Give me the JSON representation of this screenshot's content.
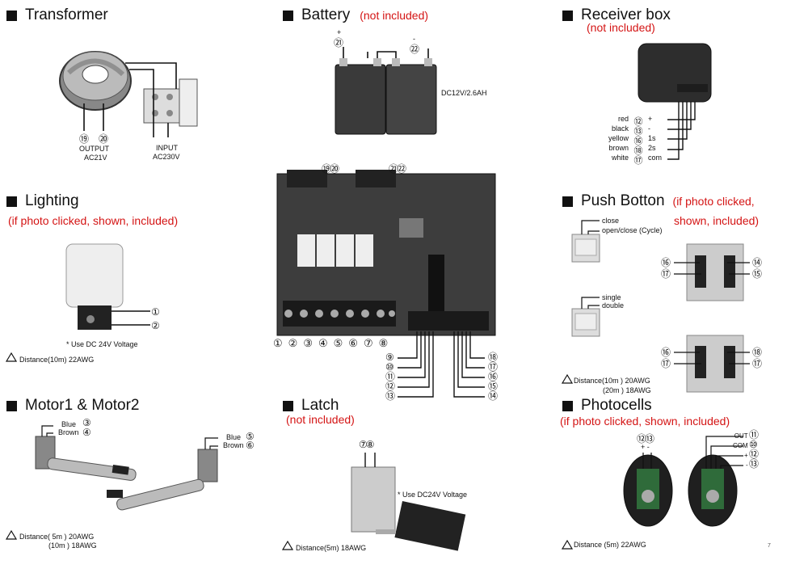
{
  "sections": {
    "transformer": {
      "title": "Transformer",
      "output_label": "OUTPUT",
      "output_value": "AC21V",
      "input_label": "INPUT",
      "input_value": "AC230V",
      "n1": "⑲",
      "n2": "⑳"
    },
    "battery": {
      "title": "Battery",
      "note": "(not included)",
      "spec": "DC12V/2.6AH",
      "plus": "+",
      "minus": "-",
      "n1": "㉑",
      "n2": "㉒"
    },
    "receiver": {
      "title": "Receiver box",
      "note": "(not included)",
      "wires": [
        {
          "color": "red",
          "num": "⑫",
          "sig": "+"
        },
        {
          "color": "black",
          "num": "⑬",
          "sig": "-"
        },
        {
          "color": "yellow",
          "num": "⑯",
          "sig": "1s"
        },
        {
          "color": "brown",
          "num": "⑱",
          "sig": "2s"
        },
        {
          "color": "white",
          "num": "⑰",
          "sig": "com"
        }
      ]
    },
    "lighting": {
      "title": "Lighting",
      "note": "(if photo clicked, shown, included)",
      "voltage": "* Use DC 24V Voltage",
      "distance": "Distance(10m)    22AWG",
      "n1": "①",
      "n2": "②"
    },
    "board": {
      "top_nums": [
        "⑲⑳",
        "㉑㉒"
      ],
      "bottom_nums": [
        "①",
        "②",
        "③",
        "④",
        "⑤",
        "⑥",
        "⑦",
        "⑧"
      ],
      "left_nums": [
        "⑨",
        "⑩",
        "⑪",
        "⑫",
        "⑬"
      ],
      "right_nums": [
        "⑱",
        "⑰",
        "⑯",
        "⑮",
        "⑭"
      ]
    },
    "push": {
      "title": "Push Botton",
      "note1": "(if photo clicked,",
      "note2": "shown, included)",
      "close": "close",
      "cycle": "open/close (Cycle)",
      "single": "single",
      "double": "double",
      "distance1": "Distance(10m )   20AWG",
      "distance2": "(20m )   18AWG",
      "nums_a_left": [
        "⑯",
        "⑰"
      ],
      "nums_a_right": [
        "⑭",
        "⑮"
      ],
      "nums_b_left": [
        "⑯",
        "⑰"
      ],
      "nums_b_right": [
        "⑱",
        "⑰"
      ]
    },
    "motor": {
      "title": "Motor1 & Motor2",
      "blue": "Blue",
      "brown": "Brown",
      "n3": "③",
      "n4": "④",
      "n5": "⑤",
      "n6": "⑥",
      "distance1": "Distance(  5m )       20AWG",
      "distance2": "(10m )   18AWG"
    },
    "latch": {
      "title": "Latch",
      "note": "(not included)",
      "nums": "⑦⑧",
      "voltage": "* Use DC24V Voltage",
      "distance": "Distance(5m)   18AWG"
    },
    "photocells": {
      "title": "Photocells",
      "note": "(if photo clicked, shown, included)",
      "nums_left": "⑫⑬",
      "plusminus": "+ -",
      "out": "OUT",
      "com": "COM",
      "plus": "+",
      "minus": "-",
      "n_out": "⑪",
      "n_com": "⑩",
      "n_plus": "⑫",
      "n_minus": "⑬",
      "distance": "Distance (5m)   22AWG"
    },
    "page_number": "7"
  }
}
